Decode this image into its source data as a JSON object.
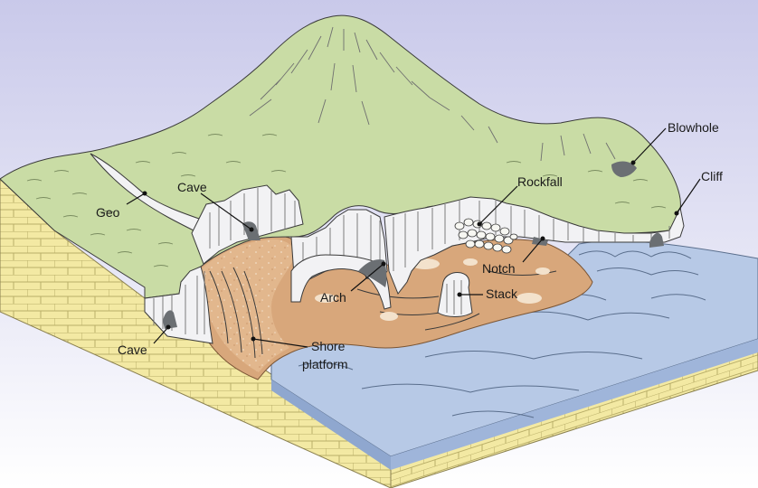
{
  "diagram": {
    "labels": {
      "blowhole": "Blowhole",
      "cliff": "Cliff",
      "rockfall": "Rockfall",
      "cave_top": "Cave",
      "geo": "Geo",
      "notch": "Notch",
      "stack": "Stack",
      "arch": "Arch",
      "cave_bottom": "Cave",
      "shore_line1": "Shore",
      "shore_line2": "platform"
    },
    "colors": {
      "sky": "#dcdcf0",
      "land": "#c9dca5",
      "land_dark": "#aac486",
      "cliff_face": "#f2f2f4",
      "platform": "#d8a77b",
      "platform_dark": "#b98055",
      "sea": "#b7c9e6",
      "sea_edge": "#8fa7cf",
      "bedrock": "#f3e9a3",
      "bedrock_line": "#b9ae68",
      "cave": "#6b6f73"
    }
  }
}
